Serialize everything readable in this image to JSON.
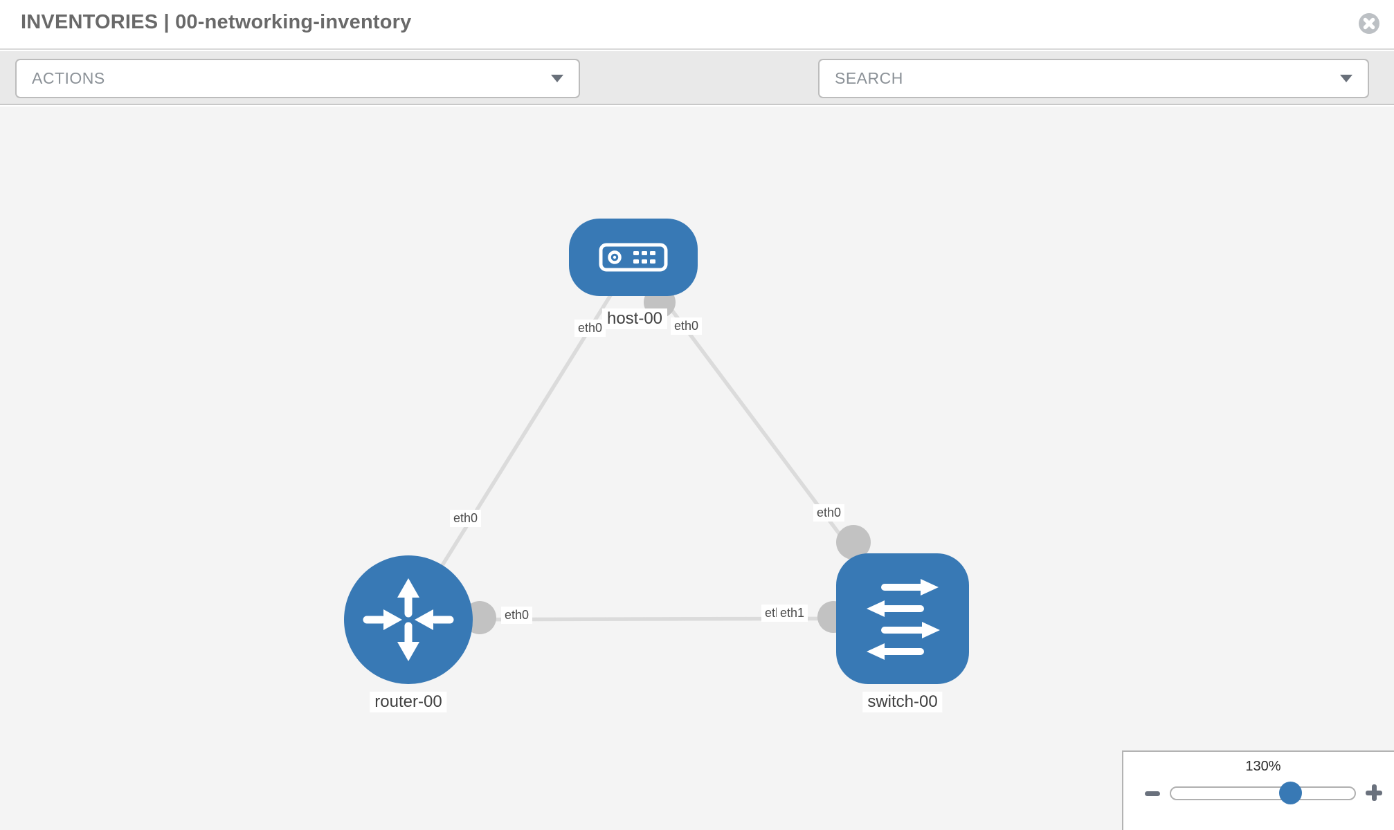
{
  "header": {
    "title": "INVENTORIES | 00-networking-inventory"
  },
  "toolbar": {
    "actions_label": "ACTIONS",
    "search_placeholder": "SEARCH",
    "icons": [
      "wrench-icon",
      "key-icon"
    ]
  },
  "topology": {
    "node_labels": {
      "host": "host-00",
      "router": "router-00",
      "switch": "switch-00"
    },
    "node_types": {
      "host": "host",
      "router": "router",
      "switch": "switch"
    },
    "interface_labels": {
      "host_left": "eth0",
      "host_right": "eth0",
      "router_uplink": "eth0",
      "switch_uplink": "eth0",
      "router_right": "eth0",
      "switch_left_back": "eth0",
      "switch_left_front": "eth1"
    },
    "links": [
      {
        "from": "host-00",
        "to": "router-00",
        "from_interface": "eth0",
        "to_interface": "eth0"
      },
      {
        "from": "host-00",
        "to": "switch-00",
        "from_interface": "eth0",
        "to_interface": "eth0"
      },
      {
        "from": "router-00",
        "to": "switch-00",
        "from_interface": "eth0",
        "to_interface": "eth1"
      }
    ]
  },
  "zoom_control": {
    "level": "130%",
    "slider_percent": 67
  },
  "colors": {
    "node_blue": "#3879B5",
    "link_gray": "#DBDBDB",
    "dot_gray": "#C2C2C2",
    "toolbar_bg": "#E9E9E9",
    "canvas_bg": "#F4F4F4",
    "icon_gray": "#6A717D"
  }
}
